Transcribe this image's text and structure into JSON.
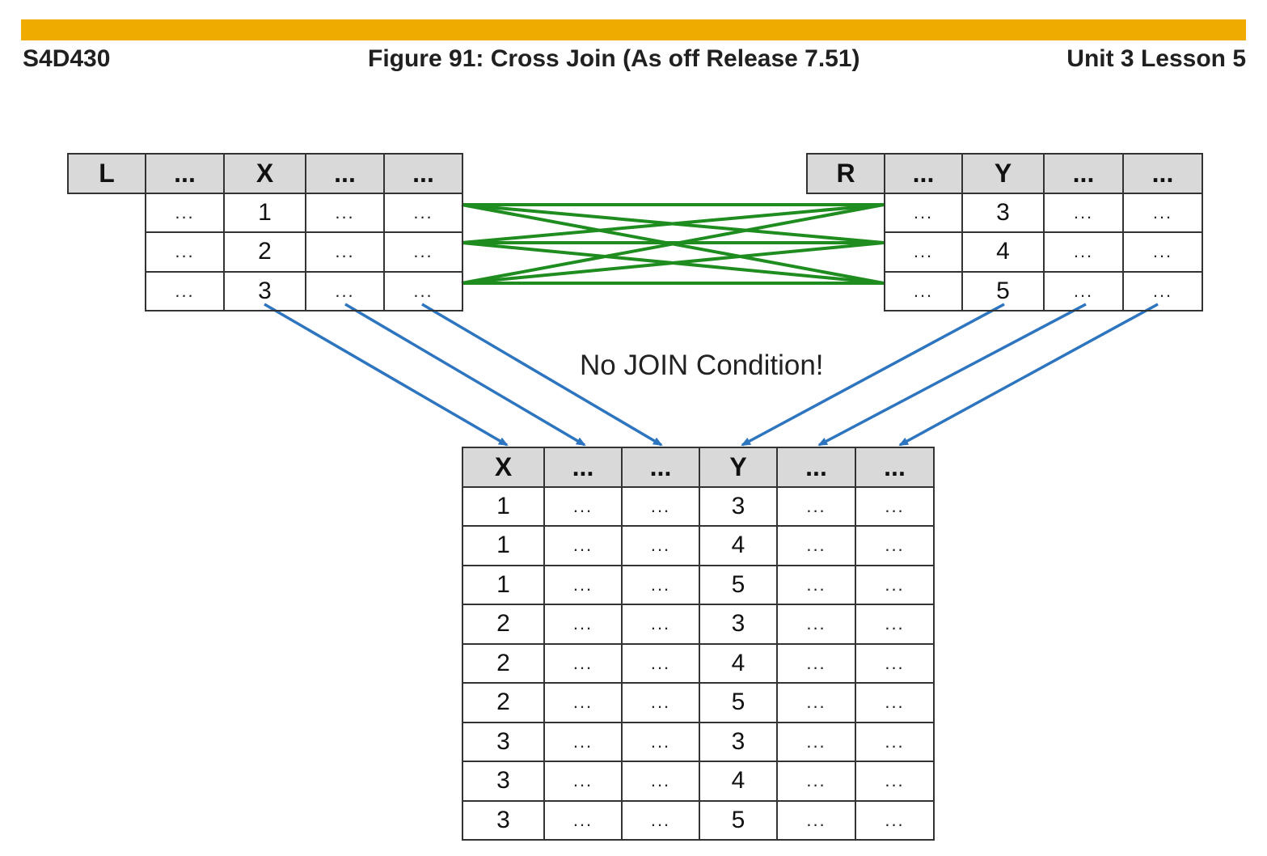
{
  "header": {
    "course": "S4D430",
    "figure_title": "Figure 91: Cross Join (As off Release 7.51)",
    "unit": "Unit 3 Lesson 5"
  },
  "colors": {
    "brand_bar": "#f0ab00",
    "join_lines": "#1e8c1e",
    "arrows": "#2e75c0",
    "header_fill": "#d9d9d9"
  },
  "left_table": {
    "headers": [
      "L",
      "...",
      "X",
      "...",
      "..."
    ],
    "rows": [
      [
        "...",
        "1",
        "...",
        "..."
      ],
      [
        "...",
        "2",
        "...",
        "..."
      ],
      [
        "...",
        "3",
        "...",
        "..."
      ]
    ]
  },
  "right_table": {
    "headers": [
      "R",
      "...",
      "Y",
      "...",
      "..."
    ],
    "rows": [
      [
        "...",
        "3",
        "...",
        "..."
      ],
      [
        "...",
        "4",
        "...",
        "..."
      ],
      [
        "...",
        "5",
        "...",
        "..."
      ]
    ]
  },
  "note": "No JOIN Condition!",
  "result_table": {
    "headers": [
      "X",
      "...",
      "...",
      "Y",
      "...",
      "..."
    ],
    "rows": [
      [
        "1",
        "...",
        "...",
        "3",
        "...",
        "..."
      ],
      [
        "1",
        "...",
        "...",
        "4",
        "...",
        "..."
      ],
      [
        "1",
        "...",
        "...",
        "5",
        "...",
        "..."
      ],
      [
        "2",
        "...",
        "...",
        "3",
        "...",
        "..."
      ],
      [
        "2",
        "...",
        "...",
        "4",
        "...",
        "..."
      ],
      [
        "2",
        "...",
        "...",
        "5",
        "...",
        "..."
      ],
      [
        "3",
        "...",
        "...",
        "3",
        "...",
        "..."
      ],
      [
        "3",
        "...",
        "...",
        "4",
        "...",
        "..."
      ],
      [
        "3",
        "...",
        "...",
        "5",
        "...",
        "..."
      ]
    ]
  }
}
